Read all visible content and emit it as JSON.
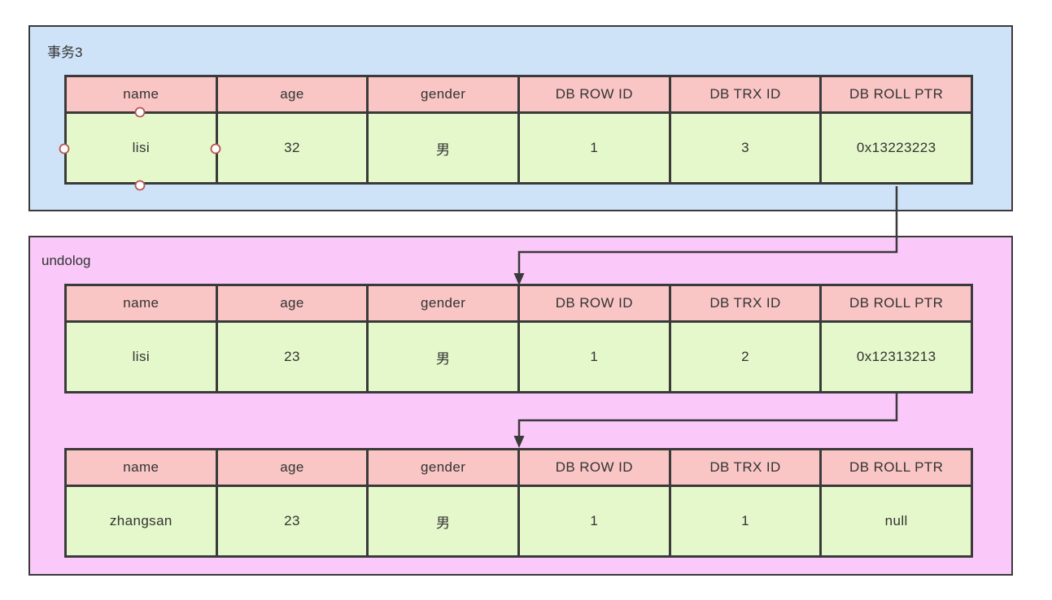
{
  "diagram": {
    "transaction_box": {
      "label": "事务3"
    },
    "undolog_box": {
      "label": "undolog"
    },
    "columns": [
      "name",
      "age",
      "gender",
      "DB ROW ID",
      "DB TRX ID",
      "DB ROLL PTR"
    ],
    "tables": [
      {
        "id": "transaction-current-record",
        "row": [
          "lisi",
          "32",
          "男",
          "1",
          "3",
          "0x13223223"
        ]
      },
      {
        "id": "undolog-version-2",
        "row": [
          "lisi",
          "23",
          "男",
          "1",
          "2",
          "0x12313213"
        ]
      },
      {
        "id": "undolog-version-1",
        "row": [
          "zhangsan",
          "23",
          "男",
          "1",
          "1",
          "null"
        ]
      }
    ],
    "colors": {
      "transaction_container_fill": "#cfe3f8",
      "undolog_container_fill": "#fac9fa",
      "header_cell_fill": "#f9c6c5",
      "data_cell_fill": "#e5f8cb",
      "border": "#3a3a3a",
      "connection_handle_stroke": "#b85450"
    }
  }
}
